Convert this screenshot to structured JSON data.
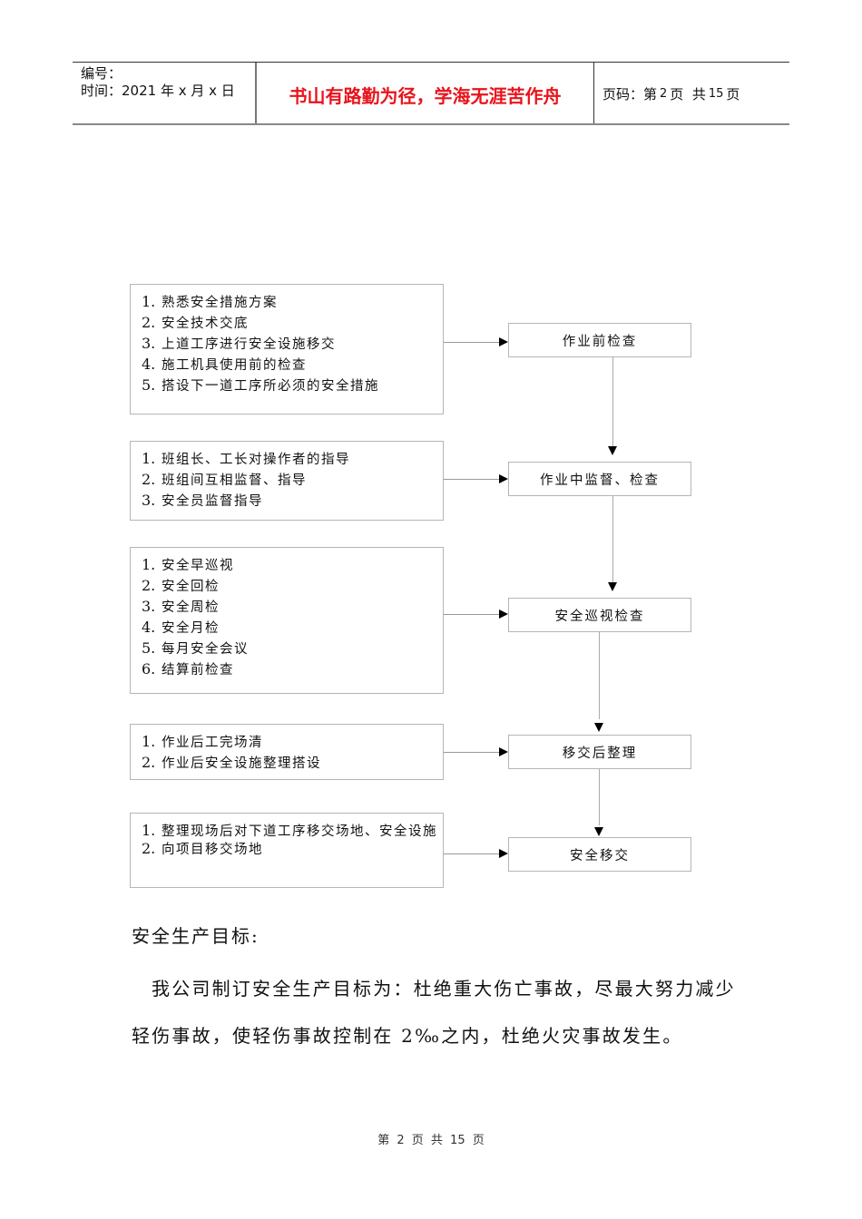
{
  "header": {
    "number_label": "编号：",
    "date_label": "时间：2021 年 x 月 x 日",
    "motto": "书山有路勤为径，学海无涯苦作舟",
    "page_label": "页码：第",
    "page_current": "2",
    "page_mid": "页  共",
    "page_total": "15",
    "page_end": "页"
  },
  "flowchart": {
    "rows": [
      {
        "items": [
          {
            "num": "1.",
            "text": "熟悉安全措施方案"
          },
          {
            "num": "2.",
            "text": "安全技术交底"
          },
          {
            "num": "3.",
            "text": "上道工序进行安全设施移交"
          },
          {
            "num": "4.",
            "text": "施工机具使用前的检查"
          },
          {
            "num": "5.",
            "text": "搭设下一道工序所必须的安全措施"
          }
        ],
        "step": "作业前检查"
      },
      {
        "items": [
          {
            "num": "1.",
            "text": "班组长、工长对操作者的指导"
          },
          {
            "num": "2.",
            "text": "班组间互相监督、指导"
          },
          {
            "num": "3.",
            "text": "安全员监督指导"
          }
        ],
        "step": "作业中监督、检查"
      },
      {
        "items": [
          {
            "num": "1.",
            "text": "安全早巡视"
          },
          {
            "num": "2.",
            "text": "安全回检"
          },
          {
            "num": "3.",
            "text": "安全周检"
          },
          {
            "num": "4.",
            "text": "安全月检"
          },
          {
            "num": "5.",
            "text": "每月安全会议"
          },
          {
            "num": "6.",
            "text": "结算前检查"
          }
        ],
        "step": "安全巡视检查"
      },
      {
        "items": [
          {
            "num": "1.",
            "text": "作业后工完场清"
          },
          {
            "num": "2.",
            "text": "作业后安全设施整理搭设"
          }
        ],
        "step": "移交后整理"
      },
      {
        "items": [
          {
            "num": "1.",
            "text": "整理现场后对下道工序移交场地、安全设施"
          },
          {
            "num": "2.",
            "text": "向项目移交场地"
          }
        ],
        "step": "安全移交"
      }
    ]
  },
  "section": {
    "heading": "安全生产目标:",
    "paragraph": "我公司制订安全生产目标为：杜绝重大伤亡事故，尽最大努力减少轻伤事故，使轻伤事故控制在 2‰之内，杜绝火灾事故发生。"
  },
  "footer": {
    "text": "第 2 页 共 15 页"
  },
  "colors": {
    "motto": "#e8141c",
    "box_border": "#b5b5b5",
    "connector": "#999999"
  }
}
